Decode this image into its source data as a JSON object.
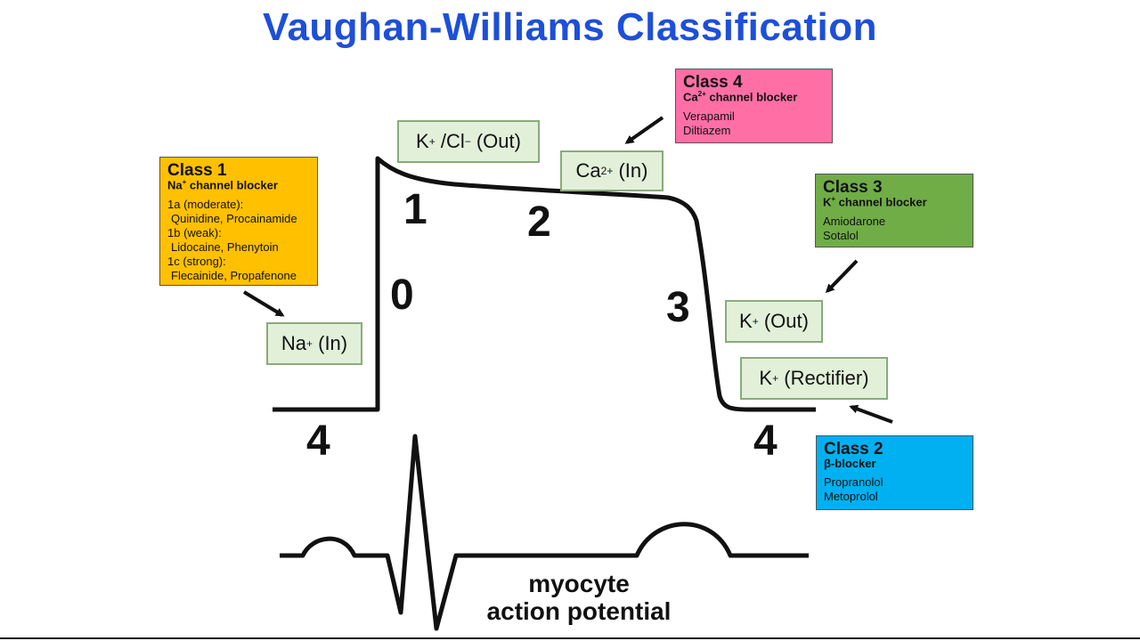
{
  "title": "Vaughan-Williams Classification",
  "phases": {
    "p0": "0",
    "p1": "1",
    "p2": "2",
    "p3": "3",
    "p4_left": "4",
    "p4_right": "4"
  },
  "ions": {
    "na_in": {
      "base": "Na",
      "sup": "+",
      "rest": " (In)"
    },
    "k_cl_out": {
      "base": "K",
      "sup": "+",
      "mid": " /Cl",
      "sup2": "−",
      "rest": " (Out)"
    },
    "ca_in": {
      "base": "Ca",
      "sup": "2+",
      "rest": " (In)"
    },
    "k_out": {
      "base": "K",
      "sup": "+",
      "rest": " (Out)"
    },
    "k_rectifier": {
      "base": "K",
      "sup": "+",
      "rest": " (Rectifier)"
    }
  },
  "classes": {
    "class1": {
      "title": "Class 1",
      "sub_base": "Na",
      "sub_sup": "+",
      "sub_rest": " channel blocker",
      "lines": [
        "1a (moderate):",
        "Quinidine, Procainamide",
        "1b (weak):",
        "Lidocaine, Phenytoin",
        "1c (strong):",
        "Flecainide, Propafenone"
      ],
      "color": "#ffc000"
    },
    "class2": {
      "title": "Class 2",
      "sub": "β-blocker",
      "lines": [
        "Propranolol",
        "Metoprolol"
      ],
      "color": "#00b0f0"
    },
    "class3": {
      "title": "Class 3",
      "sub_base": "K",
      "sub_sup": "+",
      "sub_rest": " channel blocker",
      "lines": [
        "Amiodarone",
        "Sotalol"
      ],
      "color": "#70ad47"
    },
    "class4": {
      "title": "Class 4",
      "sub_base": "Ca",
      "sub_sup": "2+",
      "sub_rest": " channel blocker",
      "lines": [
        "Verapamil",
        "Diltiazem"
      ],
      "color": "#ff6fa6"
    }
  },
  "caption": {
    "line1": "myocyte",
    "line2": "action potential"
  }
}
